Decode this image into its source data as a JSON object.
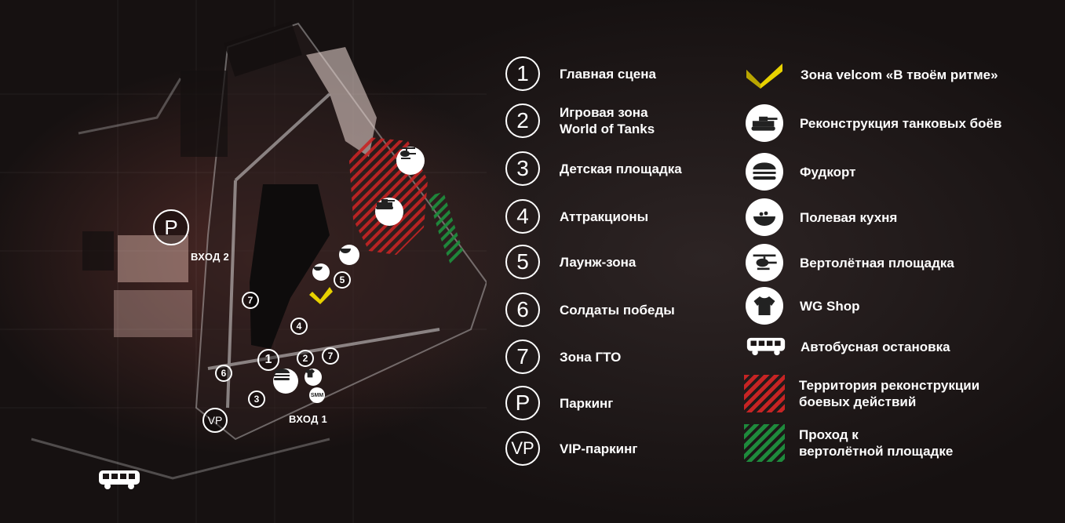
{
  "map": {
    "labels": {
      "entrance_2": "ВХОД 2",
      "entrance_1": "ВХОД 1"
    },
    "markers": {
      "parking": "P",
      "vip_parking": "VP",
      "m1": "1",
      "m2": "2",
      "m3": "3",
      "m4": "4",
      "m5": "5",
      "m6": "6",
      "m7a": "7",
      "m7b": "7",
      "smm": "SMM"
    }
  },
  "legend_left": [
    {
      "badge": "1",
      "text": "Главная сцена"
    },
    {
      "badge": "2",
      "text": "Игровая зона\nWorld of Tanks"
    },
    {
      "badge": "3",
      "text": "Детская площадка"
    },
    {
      "badge": "4",
      "text": "Аттракционы"
    },
    {
      "badge": "5",
      "text": "Лаунж-зона"
    },
    {
      "badge": "6",
      "text": "Солдаты победы"
    },
    {
      "badge": "7",
      "text": "Зона ГТО"
    },
    {
      "badge": "P",
      "text": "Паркинг"
    },
    {
      "badge": "VP",
      "text": "VIP-паркинг"
    }
  ],
  "legend_right": [
    {
      "icon": "velcom-check-icon",
      "text": "Зона velcom «В твоём ритме»"
    },
    {
      "icon": "tank-icon",
      "text": "Реконструкция танковых боёв"
    },
    {
      "icon": "burger-icon",
      "text": "Фудкорт"
    },
    {
      "icon": "field-kitchen-icon",
      "text": "Полевая кухня"
    },
    {
      "icon": "helicopter-icon",
      "text": "Вертолётная площадка"
    },
    {
      "icon": "tshirt-icon",
      "text": "WG Shop"
    },
    {
      "icon": "bus-icon",
      "text": "Автобусная остановка"
    },
    {
      "icon": "red-hatch-icon",
      "text": "Территория реконструкции\nбоевых действий"
    },
    {
      "icon": "green-hatch-icon",
      "text": "Проход к\nвертолётной площадке"
    }
  ],
  "colors": {
    "velcom": "#e8d200",
    "reconstruction": "#c62424",
    "passage": "#1e8a3c"
  }
}
